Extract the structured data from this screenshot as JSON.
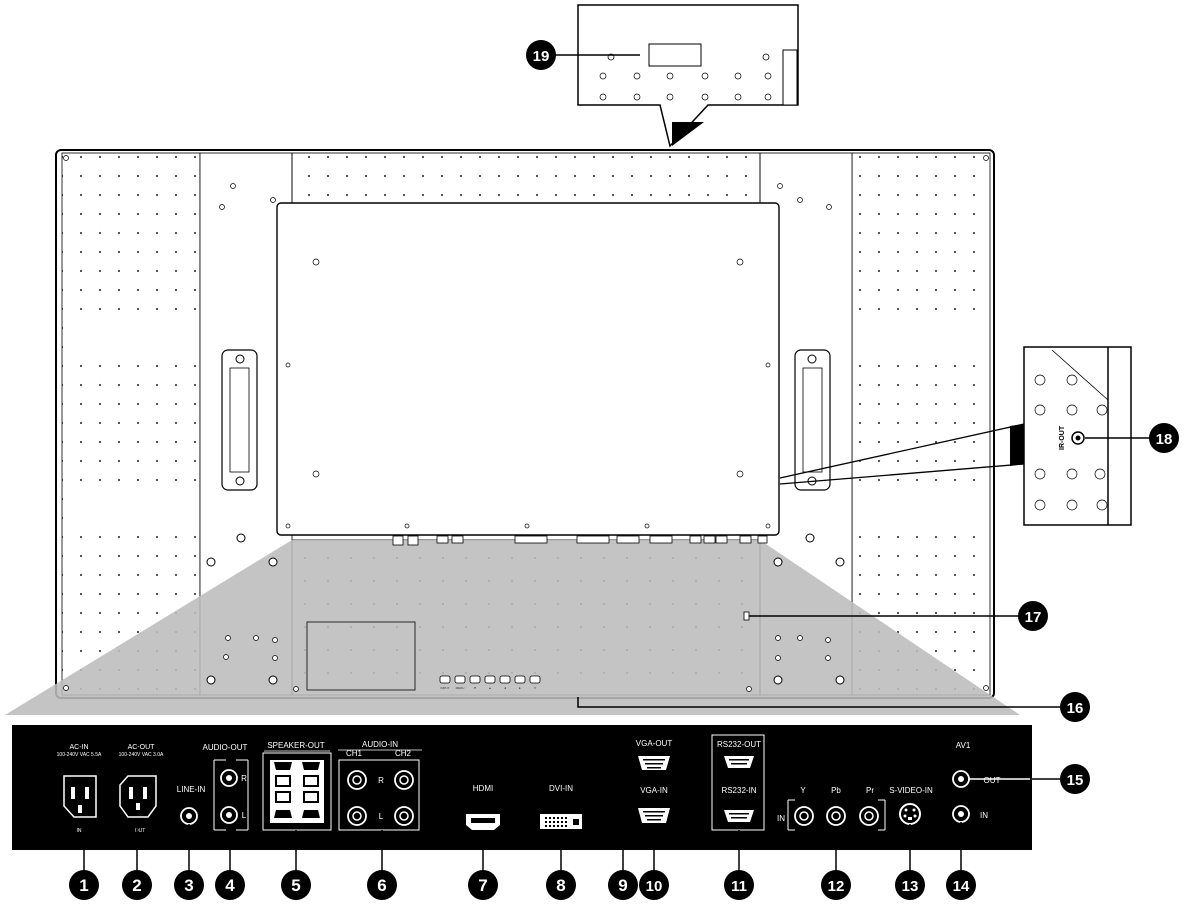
{
  "panel_labels": {
    "ac_in": "AC-IN",
    "ac_in_rating": "100-240V VAC 5.5A",
    "ac_out": "AC-OUT",
    "ac_out_rating": "100-240V VAC 3.0A",
    "in_small": "IN",
    "out_small": "OUT",
    "line_in": "LINE-IN",
    "audio_out": "AUDIO-OUT",
    "audio_r": "R",
    "audio_l": "L",
    "speaker_out": "SPEAKER-OUT",
    "audio_in": "AUDIO-IN",
    "ch1": "CH1",
    "ch2": "CH2",
    "audio_in_r": "R",
    "audio_in_l": "L",
    "hdmi": "HDMI",
    "dvi_in": "DVI-IN",
    "vga_out": "VGA-OUT",
    "vga_in": "VGA-IN",
    "rs232_out": "RS232-OUT",
    "rs232_in": "RS232-IN",
    "y": "Y",
    "pb": "Pb",
    "pr": "Pr",
    "component_in": "IN",
    "s_video_in": "S-VIDEO-IN",
    "av1": "AV1",
    "av1_out": "OUT",
    "av1_in": "IN",
    "ir_out": "IR-OUT"
  },
  "button_labels": [
    "INPUT",
    "MENU",
    "▼",
    "▲",
    "◄",
    "►",
    "⏻"
  ],
  "callouts": [
    "1",
    "2",
    "3",
    "4",
    "5",
    "6",
    "7",
    "8",
    "9",
    "10",
    "11",
    "12",
    "13",
    "14",
    "15",
    "16",
    "17",
    "18",
    "19"
  ],
  "colors": {
    "panel_dark": "#000000",
    "shade": "#bdbdbd",
    "callout": "#000000"
  }
}
